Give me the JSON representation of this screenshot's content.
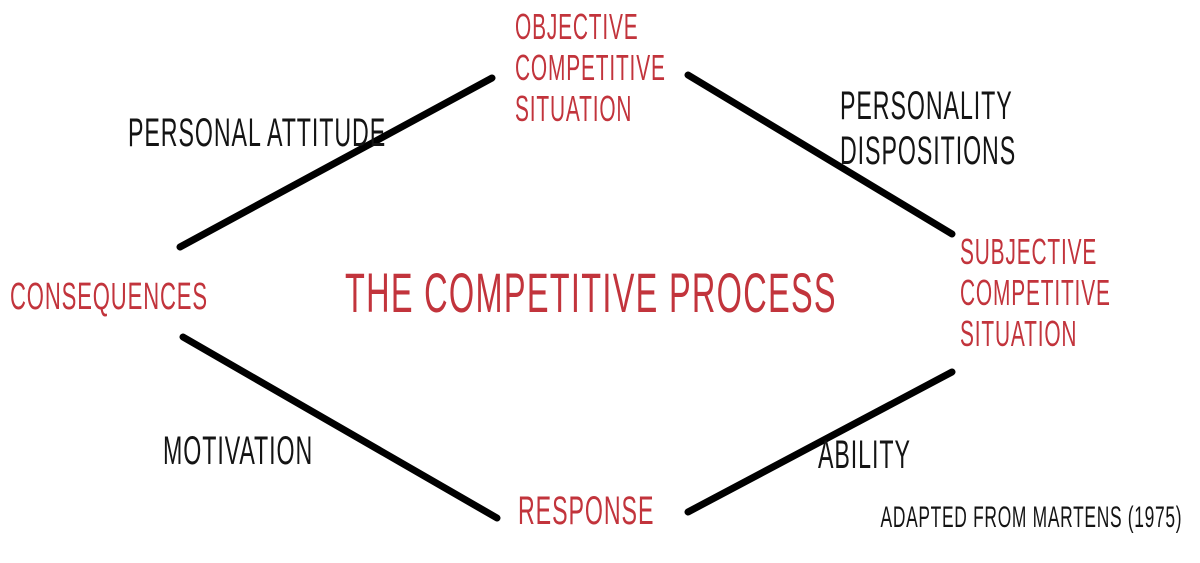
{
  "diagram": {
    "title": "THE COMPETITIVE PROCESS",
    "attribution": "ADAPTED FROM MARTENS (1975)",
    "colors": {
      "node_text": "#c2343c",
      "label_text": "#141414",
      "line": "#000000",
      "background": "#ffffff"
    },
    "nodes": {
      "objective": {
        "label": "OBJECTIVE COMPETITIVE SITUATION",
        "lines": [
          "OBJECTIVE",
          "COMPETITIVE",
          "SITUATION"
        ],
        "position": "top"
      },
      "subjective": {
        "label": "SUBJECTIVE COMPETITIVE SITUATION",
        "lines": [
          "SUBJECTIVE",
          "COMPETITIVE",
          "SITUATION"
        ],
        "position": "right"
      },
      "response": {
        "label": "RESPONSE",
        "position": "bottom"
      },
      "consequences": {
        "label": "CONSEQUENCES",
        "position": "left"
      }
    },
    "edges": {
      "personal_attitude": {
        "label": "PERSONAL ATTITUDE",
        "from": "consequences",
        "to": "objective"
      },
      "personality_dispositions": {
        "label": "PERSONALITY DISPOSITIONS",
        "lines": [
          "PERSONALITY",
          "DISPOSITIONS"
        ],
        "from": "objective",
        "to": "subjective"
      },
      "ability": {
        "label": "ABILITY",
        "from": "subjective",
        "to": "response"
      },
      "motivation": {
        "label": "MOTIVATION",
        "from": "response",
        "to": "consequences"
      }
    }
  }
}
